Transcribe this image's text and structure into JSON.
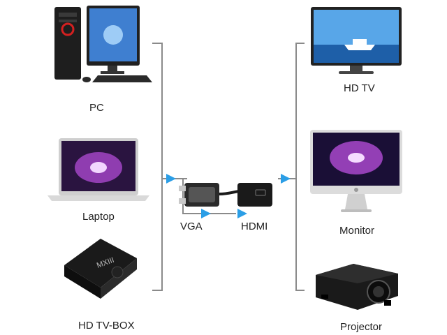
{
  "sources": [
    {
      "label": "PC",
      "icon": "desktop-pc-icon"
    },
    {
      "label": "Laptop",
      "icon": "laptop-icon"
    },
    {
      "label": "HD TV-BOX",
      "icon": "tv-box-icon"
    }
  ],
  "displays": [
    {
      "label": "HD TV",
      "icon": "hdtv-icon"
    },
    {
      "label": "Monitor",
      "icon": "monitor-icon"
    },
    {
      "label": "Projector",
      "icon": "projector-icon"
    }
  ],
  "adapter": {
    "input_label": "VGA",
    "output_label": "HDMI",
    "box_mark": "▭"
  },
  "tvbox_brand": "MXIII",
  "colors": {
    "bracket": "#8a8a8a",
    "arrow": "#2b9ee6",
    "screen_sky": "#3f7fd0",
    "galaxy": "#b14bd6",
    "device_black": "#1a1a1a"
  }
}
